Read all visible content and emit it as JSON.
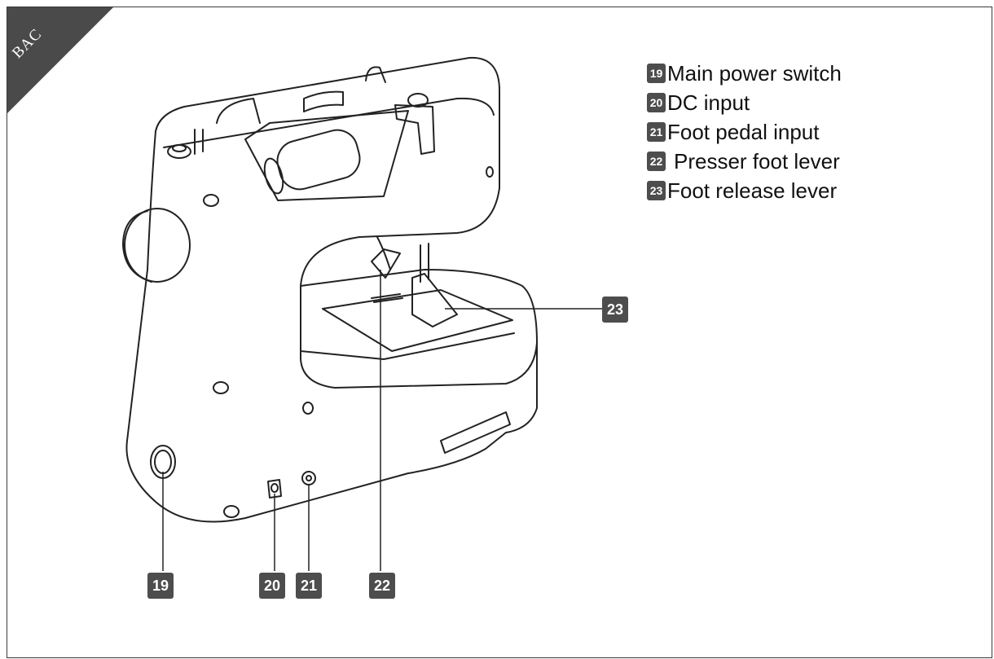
{
  "corner_tab": {
    "text": "BAC",
    "color": "#4a4a4a"
  },
  "legend": [
    {
      "number": "19",
      "label": "Main power switch"
    },
    {
      "number": "20",
      "label": "DC input"
    },
    {
      "number": "21",
      "label": "Foot pedal input"
    },
    {
      "number": "22",
      "label": "Presser foot lever"
    },
    {
      "number": "23",
      "label": "Foot release lever"
    }
  ],
  "callouts": {
    "c19": "19",
    "c20": "20",
    "c21": "21",
    "c22": "22",
    "c23": "23"
  },
  "colors": {
    "badge": "#4d4d4d",
    "line": "#222222",
    "frame": "#3a3a3a"
  }
}
